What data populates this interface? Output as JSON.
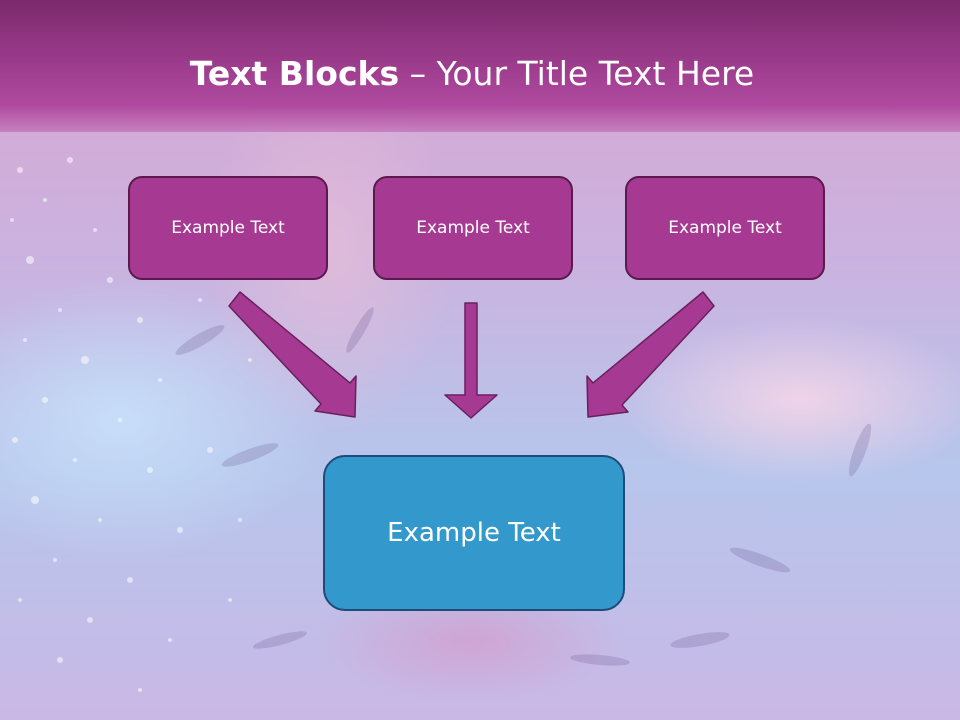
{
  "slide": {
    "title_bold": "Text Blocks",
    "title_separator": " – ",
    "title_rest": "Your Title Text Here"
  },
  "blocks": {
    "top": [
      "Example Text",
      "Example Text",
      "Example Text"
    ],
    "bottom": "Example Text"
  },
  "colors": {
    "title_band": "#9a3a8a",
    "top_box_fill": "#a63a92",
    "top_box_border": "#5a1a4e",
    "bottom_box_fill": "#3399cc",
    "bottom_box_border": "#1f4b78",
    "arrow": "#a63a92"
  }
}
